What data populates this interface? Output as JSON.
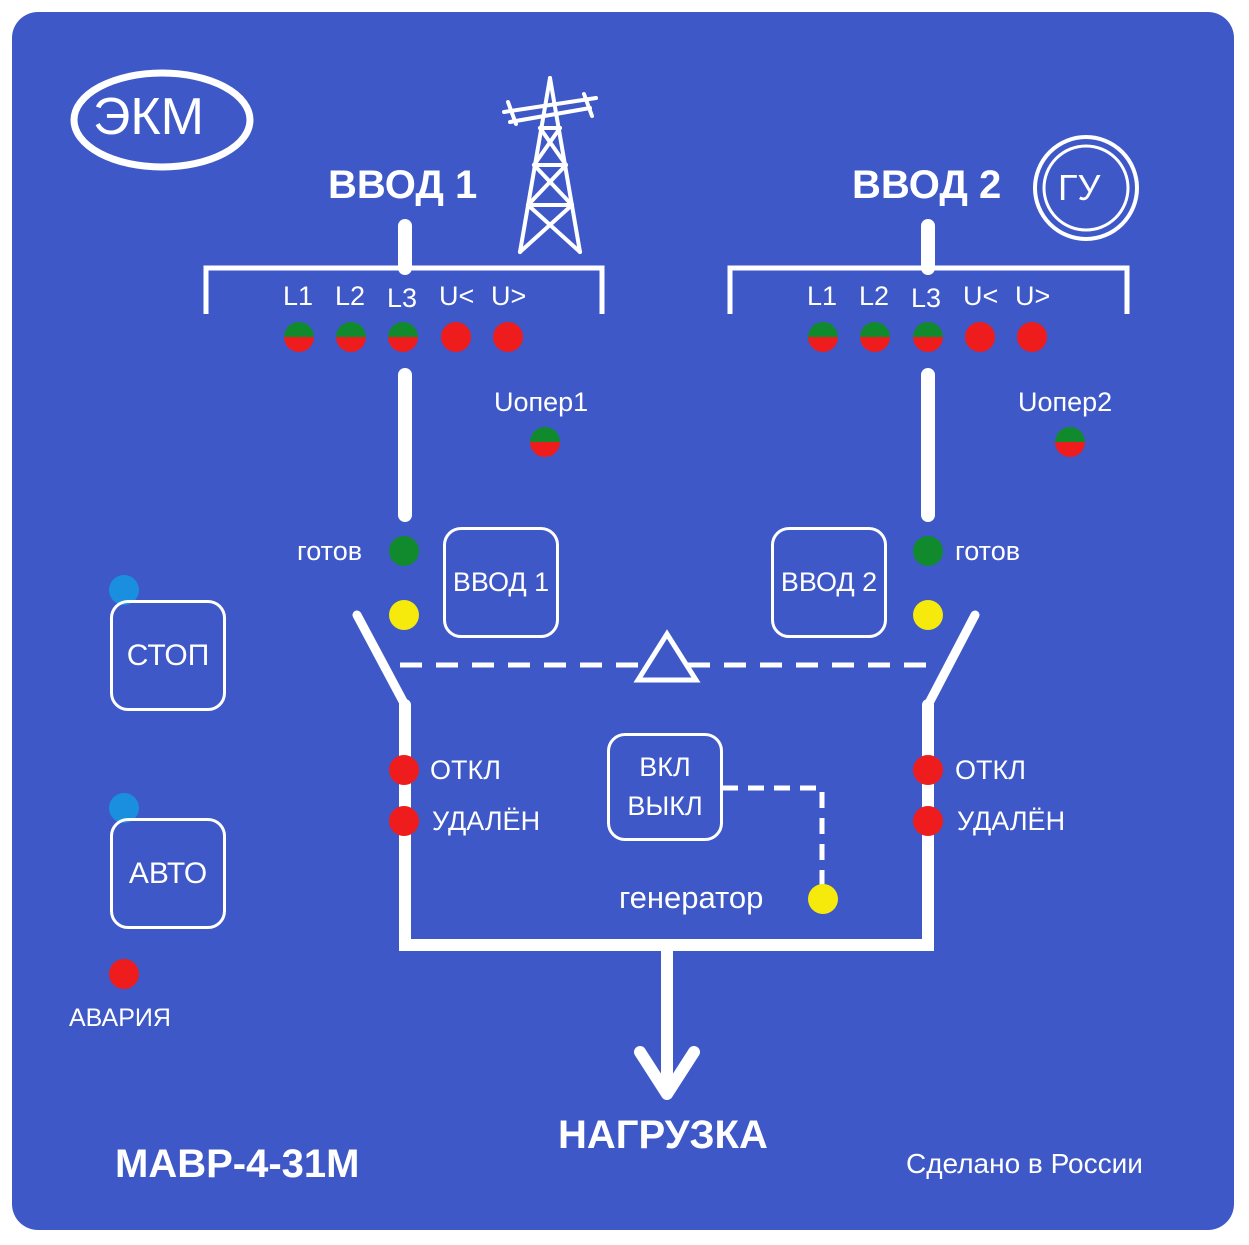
{
  "brand": {
    "logo_text": "ЭКМ"
  },
  "inputs": [
    {
      "title": "ВВОД 1",
      "phases": [
        "L1",
        "L2",
        "L3",
        "U<",
        "U>"
      ],
      "uoper_label": "Uопер1",
      "ready_label": "готов",
      "button_label": "ВВОД 1",
      "off_label": "ОТКЛ",
      "remote_label": "УДАЛЁН"
    },
    {
      "title": "ВВОД 2",
      "phases": [
        "L1",
        "L2",
        "L3",
        "U<",
        "U>"
      ],
      "uoper_label": "Uопер2",
      "ready_label": "готов",
      "button_label": "ВВОД 2",
      "off_label": "ОТКЛ",
      "remote_label": "УДАЛЁН",
      "source_icon_text": "ГУ"
    }
  ],
  "mode_buttons": {
    "stop_label": "СТОП",
    "auto_label": "АВТО",
    "alarm_label": "АВАРИЯ"
  },
  "generator": {
    "button_line1": "ВКЛ",
    "button_line2": "ВЫКЛ",
    "label": "генератор"
  },
  "load_label": "НАГРУЗКА",
  "model": "МАВР-4-31М",
  "made_in": "Сделано в России",
  "colors": {
    "panel": "#3e58c8",
    "led_green": "#118a2e",
    "led_red": "#ee1c1c",
    "led_yellow": "#f5ea0c",
    "led_blue": "#1a8fe0"
  },
  "icons": {
    "tower": "transmission-tower-icon",
    "generator": "generator-circle-icon"
  }
}
